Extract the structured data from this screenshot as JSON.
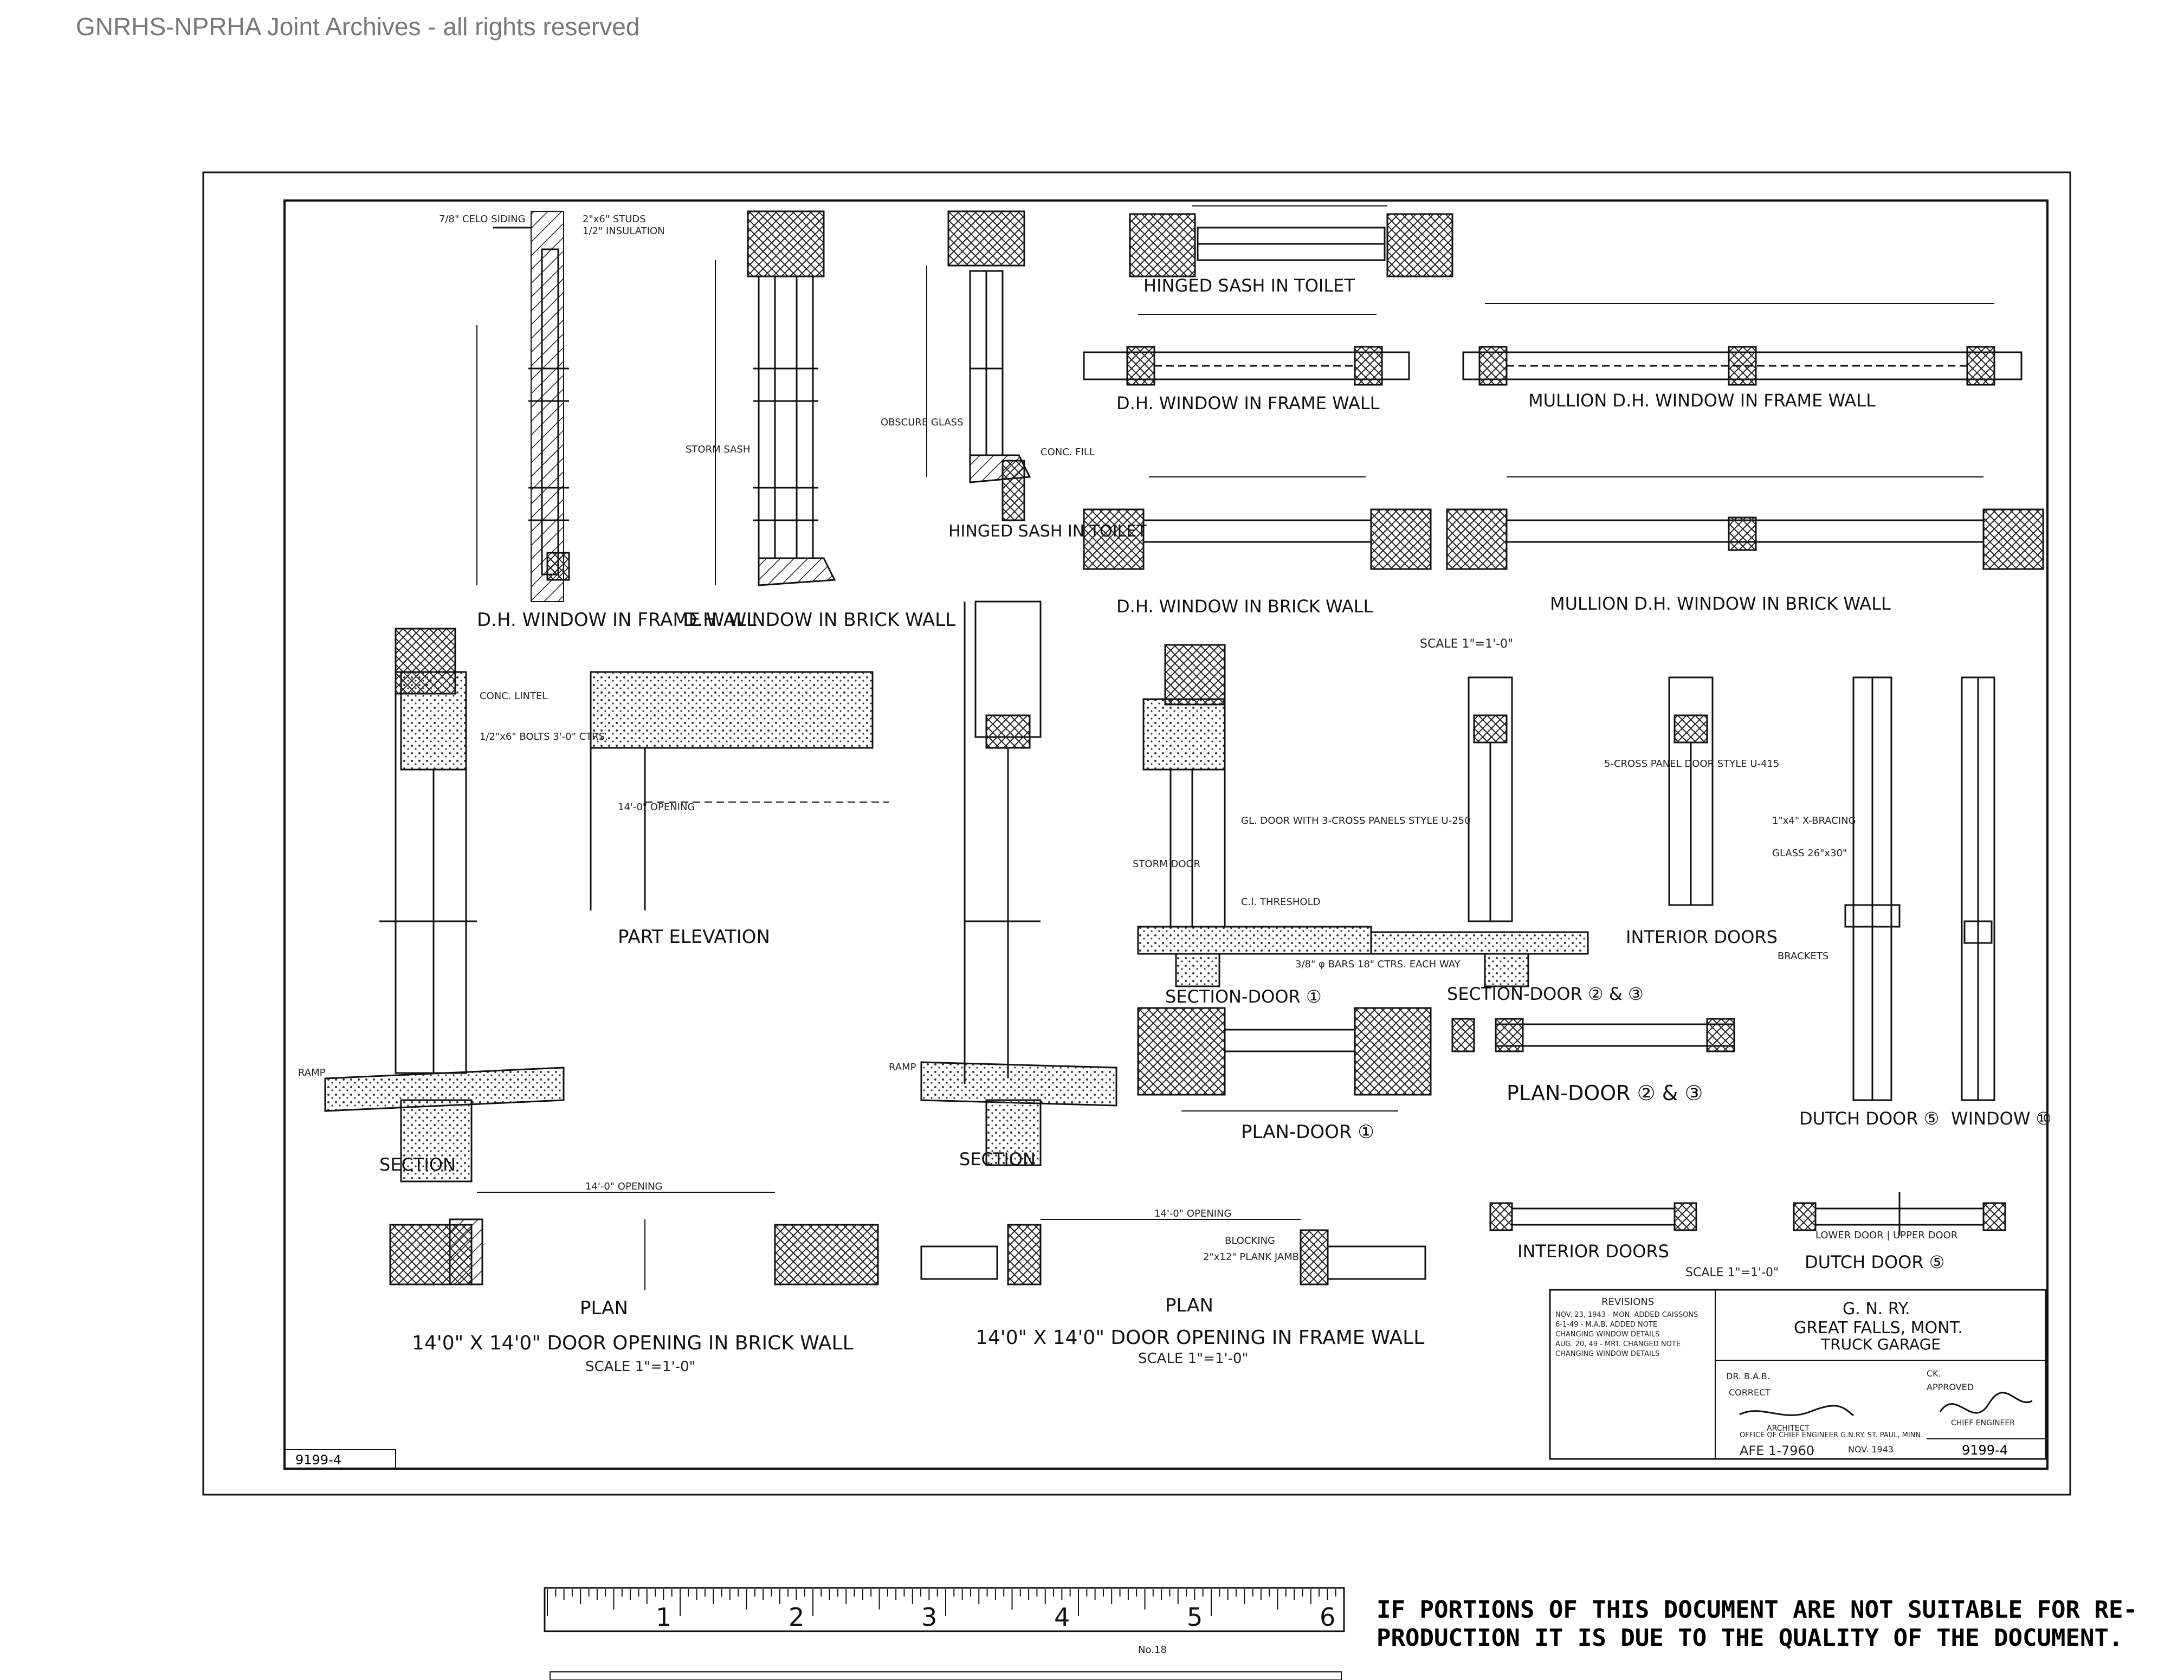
{
  "header": "GNRHS-NPRHA Joint Archives - all rights reserved",
  "drawing_number": "9199-4",
  "labels": {
    "dh_frame_section": "D.H. WINDOW IN FRAME WALL",
    "dh_brick_section": "D.H. WINDOW IN BRICK WALL",
    "hinged_sash_section": "HINGED SASH IN TOILET",
    "hinged_sash_plan": "HINGED SASH IN TOILET",
    "dh_frame_plan": "D.H. WINDOW IN FRAME WALL",
    "mullion_frame_plan": "MULLION D.H. WINDOW IN FRAME WALL",
    "dh_brick_plan": "D.H. WINDOW IN BRICK WALL",
    "mullion_brick_plan": "MULLION D.H. WINDOW IN BRICK WALL",
    "scale_window": "SCALE 1\"=1'-0\"",
    "part_elevation": "PART ELEVATION",
    "section_left": "SECTION",
    "section_mid": "SECTION",
    "section_door1": "SECTION-DOOR ①",
    "section_door23": "SECTION-DOOR ② & ③",
    "interior_doors_elev": "INTERIOR DOORS",
    "dutch_door": "DUTCH DOOR ⑤",
    "window_10": "WINDOW ⑩",
    "plan_door1": "PLAN-DOOR ①",
    "plan_door23": "PLAN-DOOR ② & ③",
    "interior_doors_plan": "INTERIOR DOORS",
    "dutch_door_plan": "DUTCH DOOR ⑤",
    "plan_brick": "PLAN",
    "plan_frame": "PLAN",
    "brick_opening_title": "14'0\" X 14'0\" DOOR OPENING IN BRICK WALL",
    "brick_opening_scale": "SCALE 1\"=1'-0\"",
    "frame_opening_title": "14'0\" X 14'0\" DOOR OPENING IN FRAME WALL",
    "frame_opening_scale": "SCALE 1\"=1'-0\"",
    "scale_doors": "SCALE 1\"=1'-0\"",
    "opening_dim_1": "14'-0\" OPENING",
    "opening_dim_2": "14'-0\" OPENING",
    "opening_dim_3": "14'-0\" OPENING"
  },
  "notes": {
    "frame_studs": "2\"x6\" STUDS",
    "insulation": "1/2\" INSULATION",
    "cedar_siding": "7/8\" CELO SIDING",
    "storm_sash": "STORM SASH",
    "obscure_glass": "OBSCURE GLASS",
    "conc_fill": "CONC. FILL",
    "conc_lintel": "CONC. LINTEL",
    "bolts": "1/2\"x6\" BOLTS 3'-0\" CTRS.",
    "gl_door": "GL. DOOR WITH 3-CROSS PANELS STYLE U-250",
    "ci_threshold": "C.I. THRESHOLD",
    "storm_door": "STORM DOOR",
    "bars": "3/8\" φ BARS 18\" CTRS. EACH WAY",
    "panel_door": "5-CROSS PANEL DOOR STYLE U-415",
    "x_bracing": "1\"x4\" X-BRACING",
    "glass": "GLASS 26\"x30\"",
    "brackets": "BRACKETS",
    "ramp": "RAMP",
    "blocking": "BLOCKING",
    "plank_jamb": "2\"x12\" PLANK JAMB",
    "lower_upper_door": "LOWER DOOR | UPPER DOOR"
  },
  "title_block": {
    "railway": "G. N. RY.",
    "location": "GREAT FALLS, MONT.",
    "building": "TRUCK GARAGE",
    "revisions_heading": "REVISIONS",
    "revisions": [
      "NOV. 23, 1943 - MON. ADDED CAISSONS",
      "6-1-49 - M.A.B. ADDED NOTE",
      "CHANGING WINDOW DETAILS",
      "AUG. 20, 49 - MRT. CHANGED NOTE",
      "CHANGING WINDOW DETAILS"
    ],
    "drawn_by": "DR. B.A.B.",
    "checked_by": "CK.",
    "correct": "CORRECT",
    "approved": "APPROVED",
    "architect": "ARCHITECT",
    "chief_engineer": "CHIEF ENGINEER",
    "office": "OFFICE OF CHIEF ENGINEER G.N.RY. ST. PAUL, MINN.",
    "afe": "AFE 1-7960",
    "date": "NOV. 1943",
    "sheet": "9199-4"
  },
  "ruler": {
    "numbers": [
      "1",
      "2",
      "3",
      "4",
      "5",
      "6"
    ],
    "maker": "No.18"
  },
  "notice": "IF PORTIONS OF THIS DOCUMENT ARE NOT SUITABLE FOR RE-PRODUCTION IT IS DUE TO THE QUALITY OF THE DOCUMENT."
}
